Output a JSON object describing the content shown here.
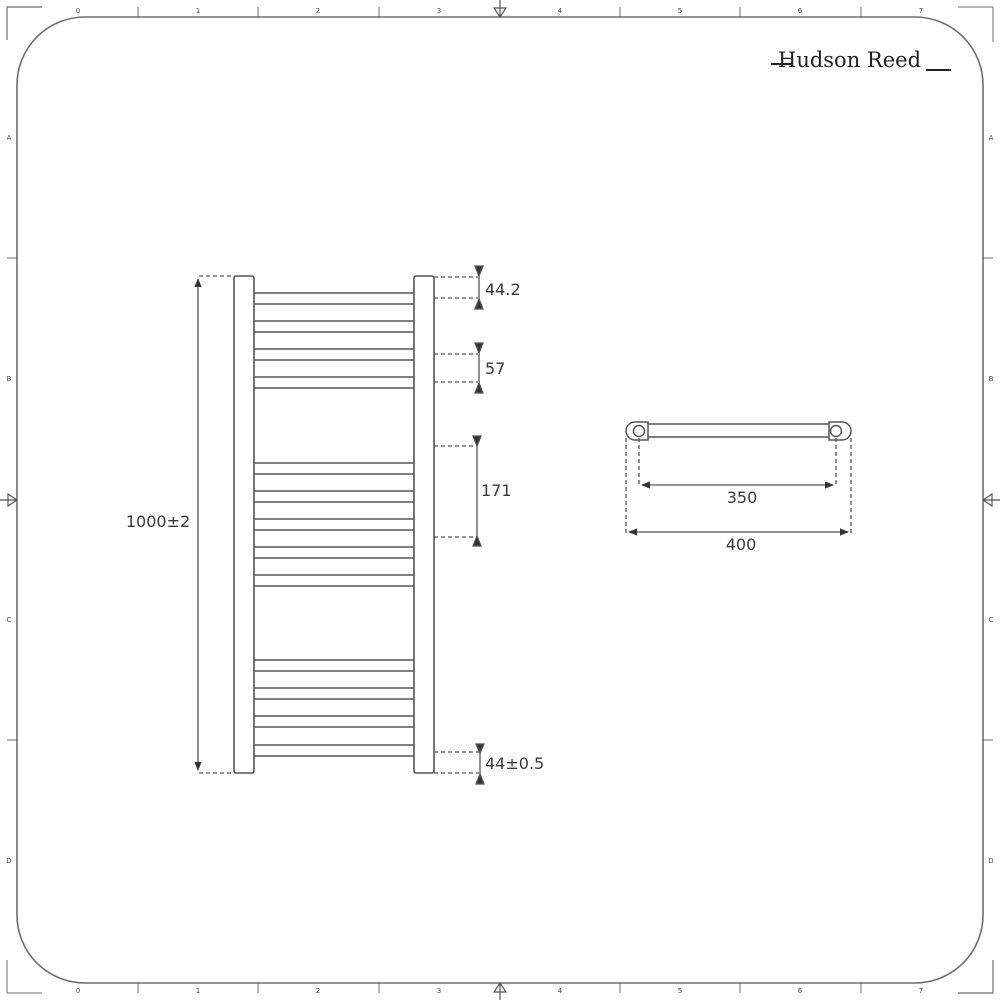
{
  "brand": {
    "name": "Hudson Reed"
  },
  "frame": {
    "column_labels": [
      "0",
      "1",
      "2",
      "3",
      "4",
      "5",
      "6",
      "7"
    ],
    "row_labels": [
      "A",
      "B",
      "C",
      "D"
    ],
    "line_color": "#6e6e6e"
  },
  "front_view": {
    "overall_height": "1000±2",
    "top_gap": "44.2",
    "rail_pitch": "57",
    "section_gap": "171",
    "bottom_gap": "44±0.5",
    "rail_groups": [
      {
        "rails": 4
      },
      {
        "rails": 5
      },
      {
        "rails": 4
      }
    ]
  },
  "top_view": {
    "centres": "350",
    "overall_width": "400"
  },
  "colors": {
    "stroke": "#555555",
    "text": "#3a3a3a",
    "background": "#ffffff"
  }
}
